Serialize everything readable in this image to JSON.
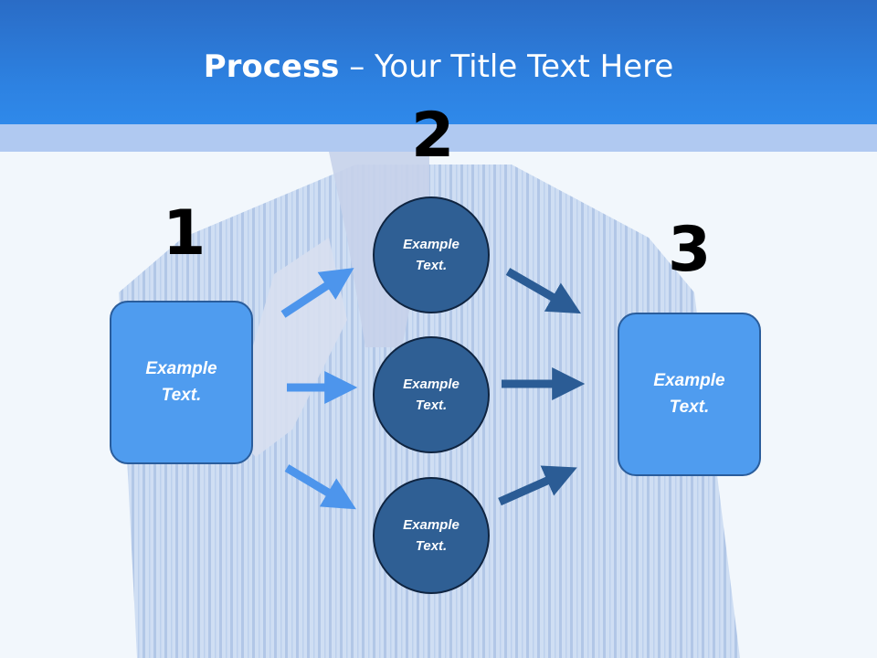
{
  "slide": {
    "title_bold": "Process",
    "title_rest": " – Your Title Text Here"
  },
  "steps": {
    "one": {
      "number": "1",
      "text": "Example Text."
    },
    "two": {
      "number": "2",
      "circles": [
        {
          "text": "Example Text."
        },
        {
          "text": "Example Text."
        },
        {
          "text": "Example Text."
        }
      ]
    },
    "three": {
      "number": "3",
      "text": "Example Text."
    }
  },
  "colors": {
    "header": "#2d82e2",
    "box_fill": "#4f9cef",
    "circle_fill": "#2f5f94",
    "arrow_light": "#4d95ec",
    "arrow_dark": "#2b5c95"
  },
  "icons": {
    "arrow": "right-arrow-icon"
  }
}
